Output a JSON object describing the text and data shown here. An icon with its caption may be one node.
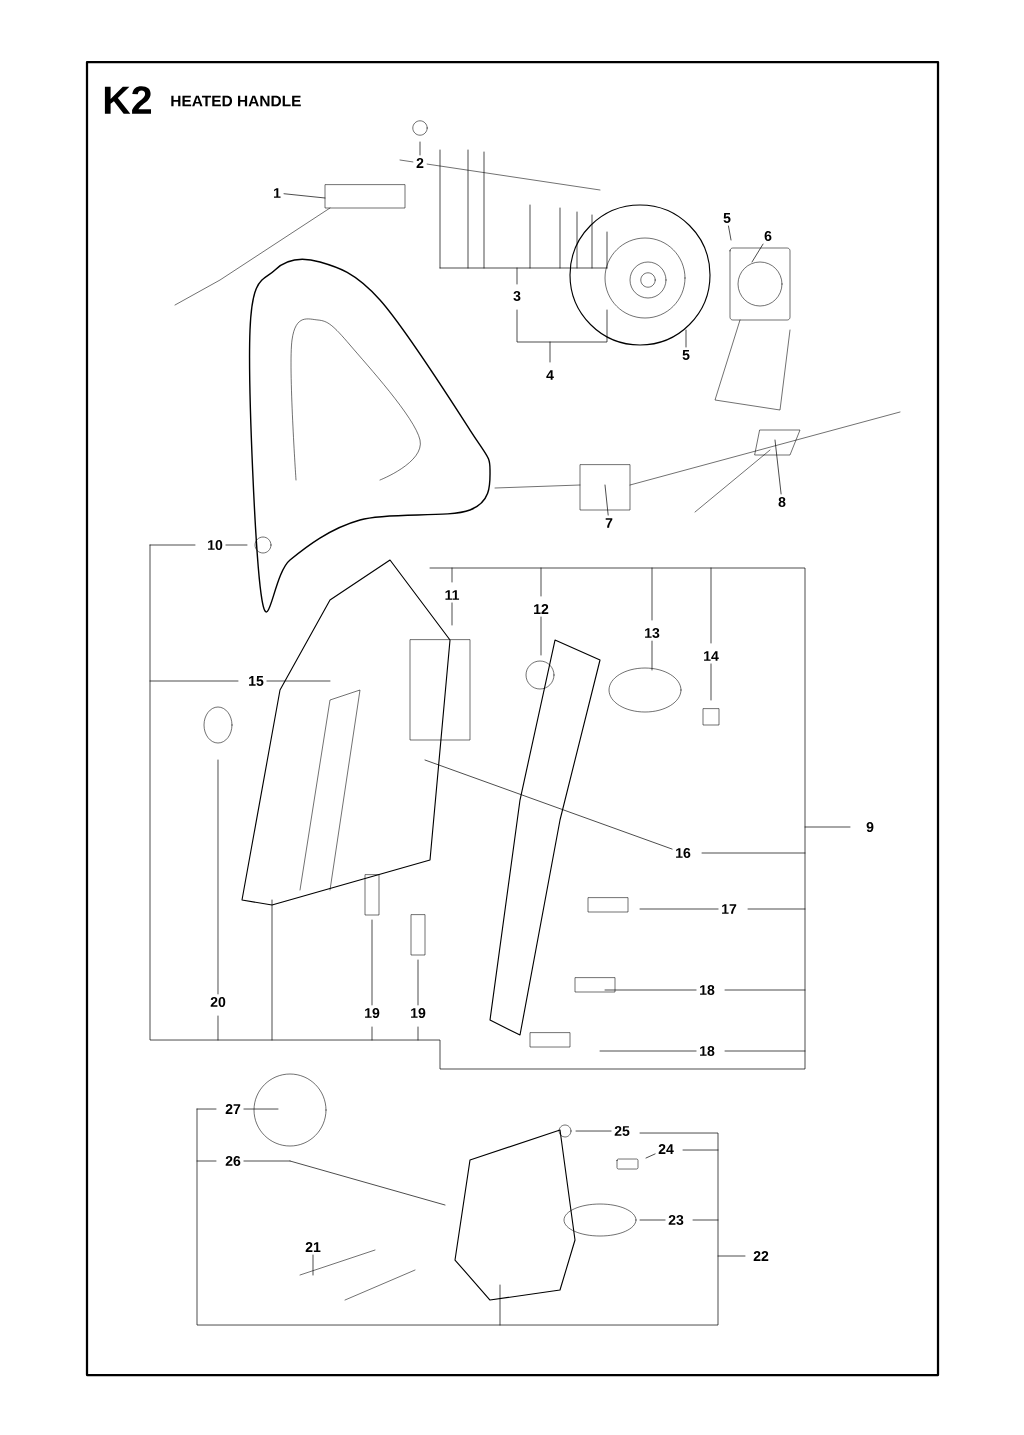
{
  "diagram": {
    "title": "HEATED HANDLE",
    "nodes": [
      {
        "text": [
          "1"
        ]
      },
      {
        "text": [
          "2"
        ]
      },
      {
        "text": [
          "3"
        ]
      },
      {
        "text": [
          "4"
        ]
      },
      {
        "text": [
          "5"
        ]
      },
      {
        "text": [
          "6"
        ]
      },
      {
        "text": [
          "5"
        ]
      },
      {
        "text": [
          "7"
        ]
      },
      {
        "text": [
          "8"
        ]
      },
      {
        "text": [
          "10"
        ]
      },
      {
        "text": [
          "11"
        ]
      },
      {
        "text": [
          "12"
        ]
      },
      {
        "text": [
          "13"
        ]
      },
      {
        "text": [
          "14"
        ]
      },
      {
        "text": [
          "15"
        ]
      },
      {
        "text": [
          "9"
        ]
      },
      {
        "text": [
          "16"
        ]
      },
      {
        "text": [
          "17"
        ]
      },
      {
        "text": [
          "18"
        ]
      },
      {
        "text": [
          "19"
        ]
      },
      {
        "text": [
          "19"
        ]
      },
      {
        "text": [
          "20"
        ]
      },
      {
        "text": [
          "18"
        ]
      },
      {
        "text": [
          "27"
        ]
      },
      {
        "text": [
          "25"
        ]
      },
      {
        "text": [
          "24"
        ]
      },
      {
        "text": [
          "26"
        ]
      },
      {
        "text": [
          "21"
        ]
      },
      {
        "text": [
          "23"
        ]
      },
      {
        "text": [
          "22"
        ]
      }
    ],
    "edges": [
      {
        "from": 0,
        "to": null,
        "arrow": "none"
      },
      {
        "from": 1,
        "to": null,
        "arrow": "none"
      },
      {
        "from": 4,
        "to": null,
        "arrow": "none"
      },
      {
        "from": 5,
        "to": null,
        "arrow": "none"
      },
      {
        "from": 6,
        "to": null,
        "arrow": "none"
      },
      {
        "from": 7,
        "to": null,
        "arrow": "none"
      },
      {
        "from": 8,
        "to": null,
        "arrow": "none"
      },
      {
        "from": 9,
        "to": null,
        "arrow": "none"
      },
      {
        "from": 10,
        "to": null,
        "arrow": "none"
      },
      {
        "from": 11,
        "to": null,
        "arrow": "none"
      },
      {
        "from": 12,
        "to": null,
        "arrow": "none"
      },
      {
        "from": 13,
        "to": null,
        "arrow": "none"
      },
      {
        "from": 14,
        "to": null,
        "arrow": "none"
      },
      {
        "from": 16,
        "to": null,
        "arrow": "none"
      },
      {
        "from": 17,
        "to": null,
        "arrow": "none"
      },
      {
        "from": 18,
        "to": null,
        "arrow": "none"
      },
      {
        "from": 19,
        "to": null,
        "arrow": "none"
      },
      {
        "from": 20,
        "to": null,
        "arrow": "none"
      },
      {
        "from": 21,
        "to": null,
        "arrow": "none"
      },
      {
        "from": 22,
        "to": null,
        "arrow": "none"
      },
      {
        "from": 23,
        "to": null,
        "arrow": "none"
      },
      {
        "from": 24,
        "to": null,
        "arrow": "none"
      },
      {
        "from": 25,
        "to": null,
        "arrow": "none"
      },
      {
        "from": 26,
        "to": null,
        "arrow": "none"
      },
      {
        "from": 27,
        "to": null,
        "arrow": "none"
      },
      {
        "from": 28,
        "to": null,
        "arrow": "none"
      }
    ],
    "labels": [
      "K2"
    ]
  }
}
